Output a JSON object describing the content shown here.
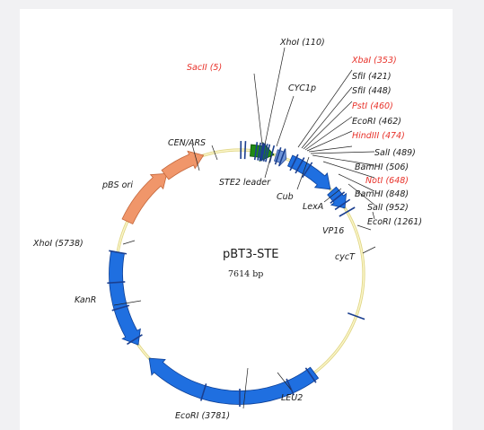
{
  "plasmid": {
    "name": "pBT3-STE",
    "size": "7614 bp"
  },
  "colors": {
    "backbone": "#f3eba1",
    "blue": "#1f6fe0",
    "salmon": "#f0966a",
    "green": "#1f8a14",
    "red_label": "#e8322a"
  },
  "sites": {
    "xhoi_110": "XhoI (110)",
    "sacii_5": "SacII (5)",
    "xbai_353": "XbaI (353)",
    "sfii_421": "SfiI (421)",
    "sfii_448": "SfiI (448)",
    "psti_460": "PstI (460)",
    "ecori_462": "EcoRI (462)",
    "hindiii_474": "HindIII (474)",
    "sali_489": "SalI (489)",
    "bamhi_506": "BamHI (506)",
    "noti_648": "NotI (648)",
    "bamhi_848": "BamHI (848)",
    "sali_952": "SalI (952)",
    "ecori_1261": "EcoRI (1261)",
    "ecori_3781": "EcoRI (3781)",
    "xhoi_5738": "XhoI (5738)"
  },
  "features": {
    "cyc1p": "CYC1p",
    "ste2_leader": "STE2 leader",
    "cub": "Cub",
    "lexa": "LexA",
    "vp16": "VP16",
    "cyct": "cycT",
    "leu2": "LEU2",
    "kanr": "KanR",
    "pbs_ori": "pBS ori",
    "cen_ars": "CEN/ARS"
  }
}
